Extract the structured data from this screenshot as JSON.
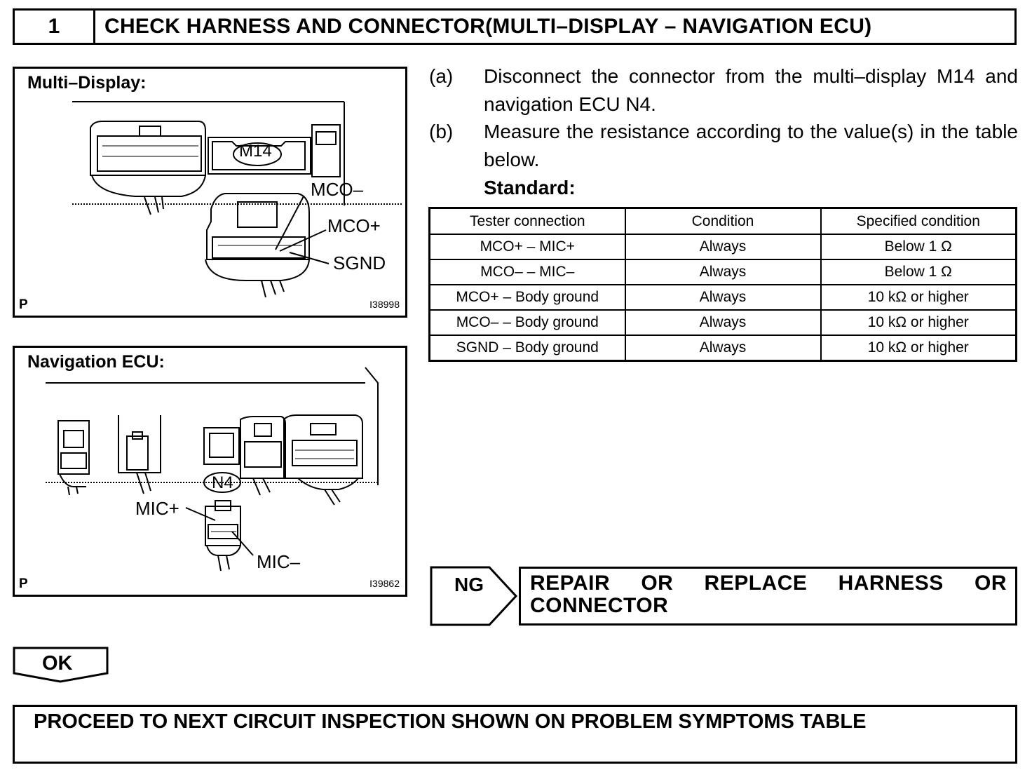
{
  "header": {
    "step_number": "1",
    "title": "CHECK HARNESS AND CONNECTOR(MULTI–DISPLAY – NAVIGATION ECU)"
  },
  "multi_display_diagram": {
    "title": "Multi–Display:",
    "connector": "M14",
    "labels": [
      "MCO–",
      "MCO+",
      "SGND"
    ],
    "corner_letter": "P",
    "figure_id": "I38998"
  },
  "navigation_diagram": {
    "title": "Navigation ECU:",
    "connector": "N4",
    "labels": [
      "MIC+",
      "MIC–"
    ],
    "corner_letter": "P",
    "figure_id": "I39862"
  },
  "instructions": [
    {
      "letter": "(a)",
      "text": "Disconnect the connector from the multi–display M14 and navigation ECU N4."
    },
    {
      "letter": "(b)",
      "text": "Measure the resistance according to the value(s) in the table below."
    }
  ],
  "standard_label": "Standard:",
  "table": {
    "headers": [
      "Tester connection",
      "Condition",
      "Specified condition"
    ],
    "rows": [
      [
        "MCO+ – MIC+",
        "Always",
        "Below 1 Ω"
      ],
      [
        "MCO– – MIC–",
        "Always",
        "Below 1 Ω"
      ],
      [
        "MCO+ – Body ground",
        "Always",
        "10 kΩ or higher"
      ],
      [
        "MCO– – Body ground",
        "Always",
        "10 kΩ or higher"
      ],
      [
        "SGND – Body ground",
        "Always",
        "10 kΩ or higher"
      ]
    ]
  },
  "ng": {
    "label": "NG",
    "result": "REPAIR OR REPLACE HARNESS OR CONNECTOR"
  },
  "ok": {
    "label": "OK",
    "result": "PROCEED TO NEXT CIRCUIT INSPECTION SHOWN ON PROBLEM SYMPTOMS TABLE"
  }
}
